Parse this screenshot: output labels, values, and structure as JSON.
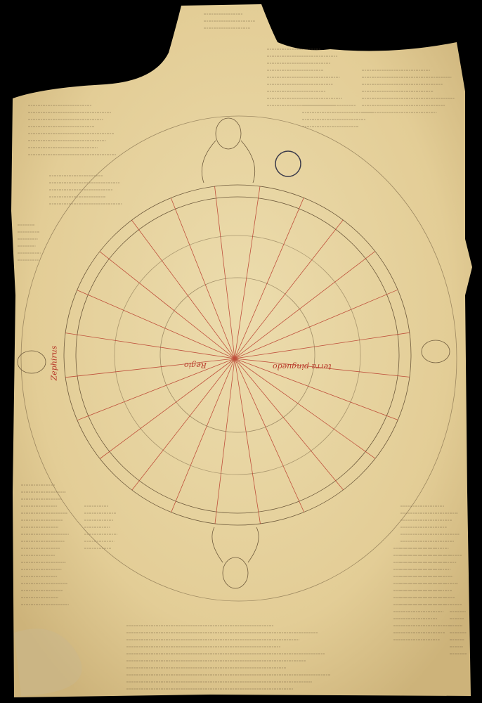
{
  "document": {
    "type": "manuscript-wind-diagram",
    "labels": {
      "west_wind": "Zephirus",
      "center_left": "Regio",
      "center_right": "terra pinguedo"
    },
    "radial_lines": 24,
    "colors": {
      "background": "#000000",
      "parchment": "#e6d3a2",
      "parchment_edge": "#cdb37a",
      "ink_red": "#b8392a",
      "ink_brown": "#6e5a3c"
    }
  }
}
